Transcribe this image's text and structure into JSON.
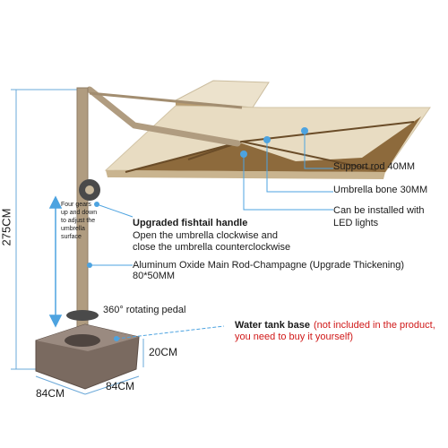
{
  "labels": {
    "support_rod": "Support rod 40MM",
    "umbrella_bone": "Umbrella bone 30MM",
    "led_line1": "Can be installed with",
    "led_line2": "LED lights",
    "fishtail_title": "Upgraded fishtail handle",
    "fishtail_line1": "Open the umbrella clockwise and",
    "fishtail_line2": "close the umbrella counterclockwise",
    "main_rod_line1": "Aluminum Oxide Main Rod-Champagne (Upgrade Thickening)",
    "main_rod_line2": "80*50MM",
    "rotating_pedal": "360° rotating pedal",
    "water_tank_title": "Water tank base",
    "water_tank_note_line1": "(not included in the product,",
    "water_tank_note_line2": "you need to buy it yourself)",
    "gears_line1": "Four gears",
    "gears_line2": "up and down",
    "gears_line3": "to adjust the",
    "gears_line4": "umbrella",
    "gears_line5": "surface"
  },
  "dimensions": {
    "height": "275CM",
    "base_height": "20CM",
    "base_width_left": "84CM",
    "base_width_right": "84CM"
  },
  "colors": {
    "canopy": "#e9dcc4",
    "canopy_underside": "#8d6a3c",
    "pole": "#b09c80",
    "base": "#7a6a60",
    "accent_blue": "#4da3e0",
    "highlight_red": "#d01818",
    "dim_line": "#6aa8d8"
  }
}
